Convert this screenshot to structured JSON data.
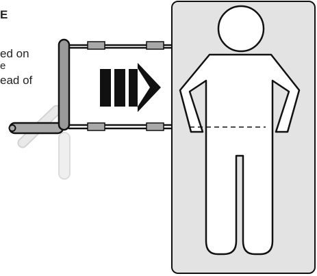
{
  "diagram": {
    "heading": "E",
    "text_lines": [
      "ed on",
      "e",
      "ead of"
    ],
    "colors": {
      "background": "#ffffff",
      "stroke": "#111111",
      "mattress_fill": "#e3e3e3",
      "rail_pad_fill": "#a8a8a8",
      "rail_pole_fill": "#9a9a9a",
      "ghost_fill": "#dedede",
      "arrow_fill": "#111111"
    },
    "icons": {
      "arrow": "motion-arrow-icon",
      "person": "person-outline-icon",
      "rail": "bed-rail-icon"
    }
  }
}
